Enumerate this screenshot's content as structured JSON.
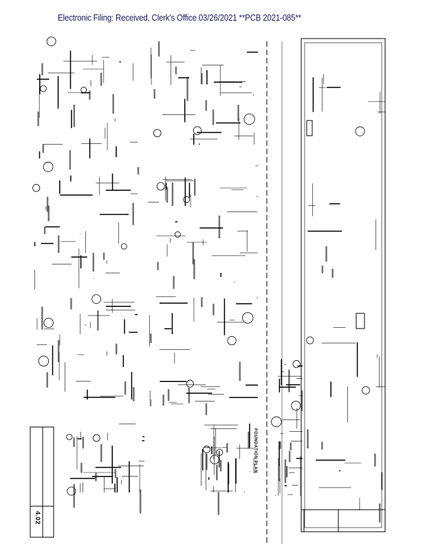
{
  "header": {
    "filing_stamp": "Electronic Filing: Received, Clerk's Office 03/26/2021 **PCB 2021-085**"
  },
  "drawing": {
    "plan_title": "FOUNDATION PLAN",
    "sheet_number": "4.02"
  }
}
